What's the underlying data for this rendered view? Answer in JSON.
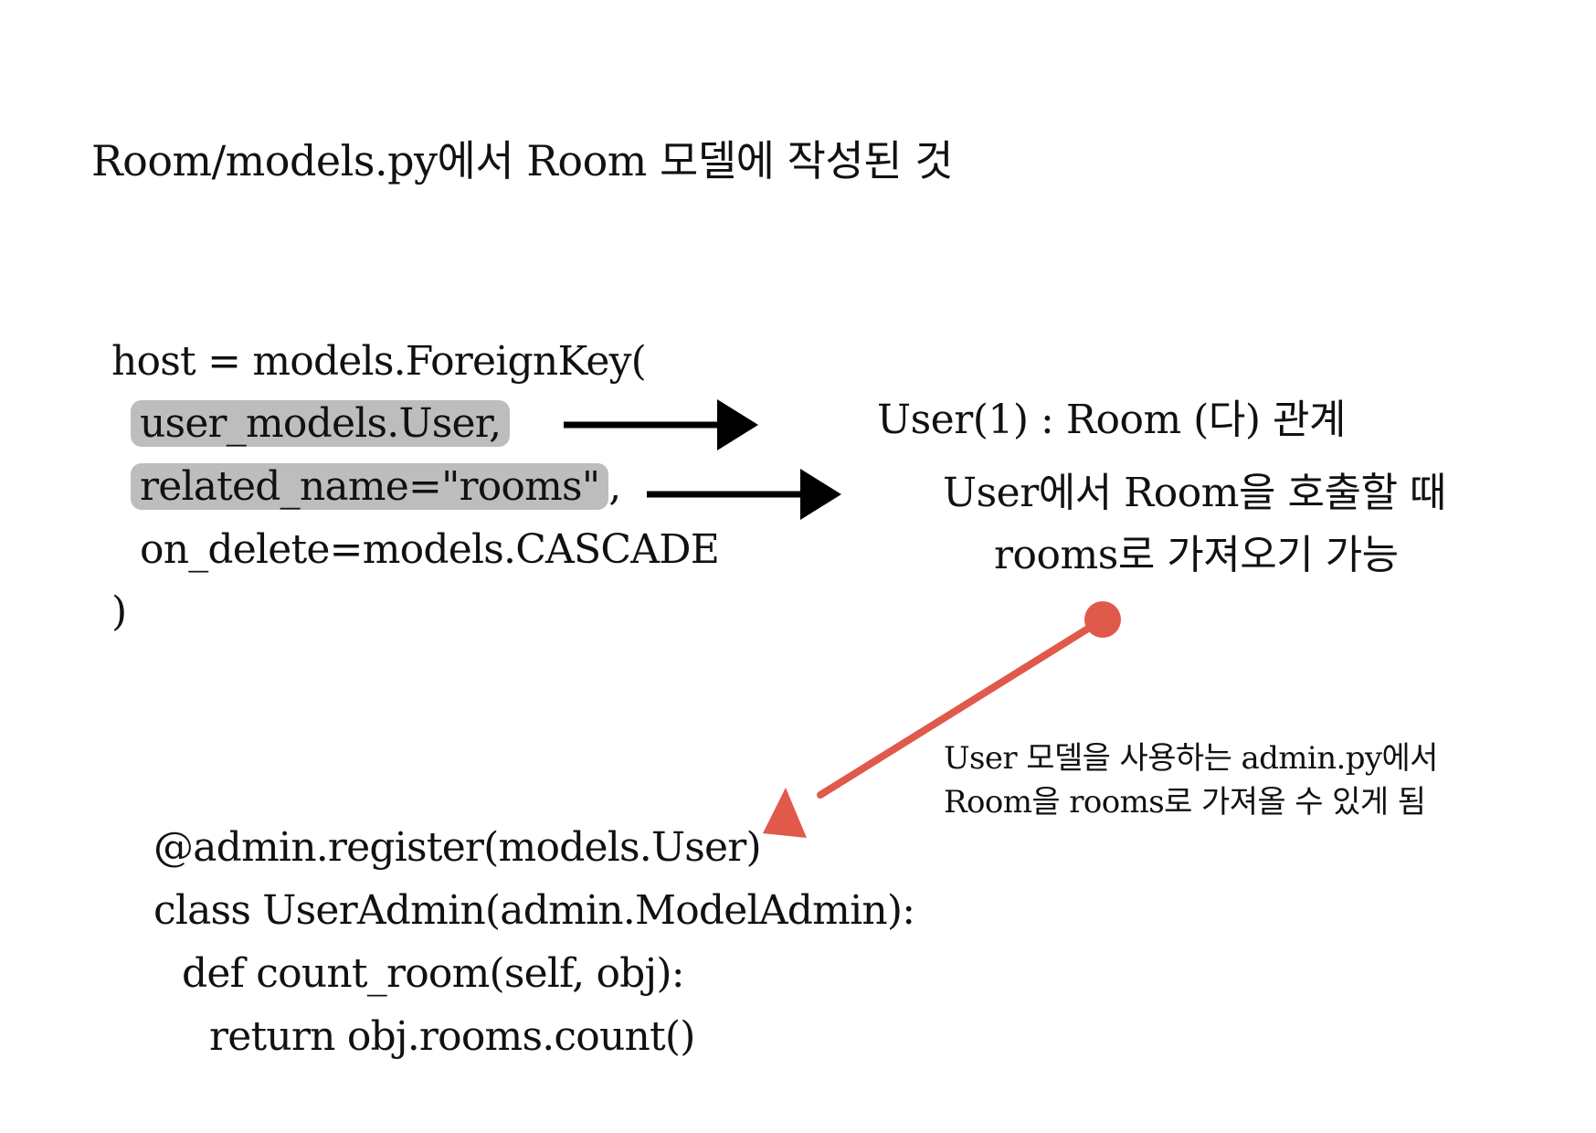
{
  "title": "Room/models.py에서 Room 모델에 작성된 것",
  "model_code": {
    "line1": "host = models.ForeignKey(",
    "line2": "user_models.User,",
    "line3_highlight": "related_name=\"rooms\"",
    "line3_rest": ",",
    "line4": "on_delete=models.CASCADE",
    "line5": ")"
  },
  "relation": {
    "title": "User(1) : Room (다) 관계",
    "desc_line1": "User에서 Room을 호출할 때",
    "desc_line2": "rooms로 가져오기 가능"
  },
  "note": {
    "line1": "User 모델을 사용하는 admin.py에서",
    "line2": "Room을 rooms로 가져올 수 있게 됨"
  },
  "admin_code": {
    "line1": "@admin.register(models.User)",
    "line2": "class UserAdmin(admin.ModelAdmin):",
    "line3": "def count_room(self, obj):",
    "line4": "return obj.rooms.count()"
  },
  "colors": {
    "highlight": "#bdbdbd",
    "arrow_black": "#000000",
    "arrow_red": "#e0594b"
  }
}
